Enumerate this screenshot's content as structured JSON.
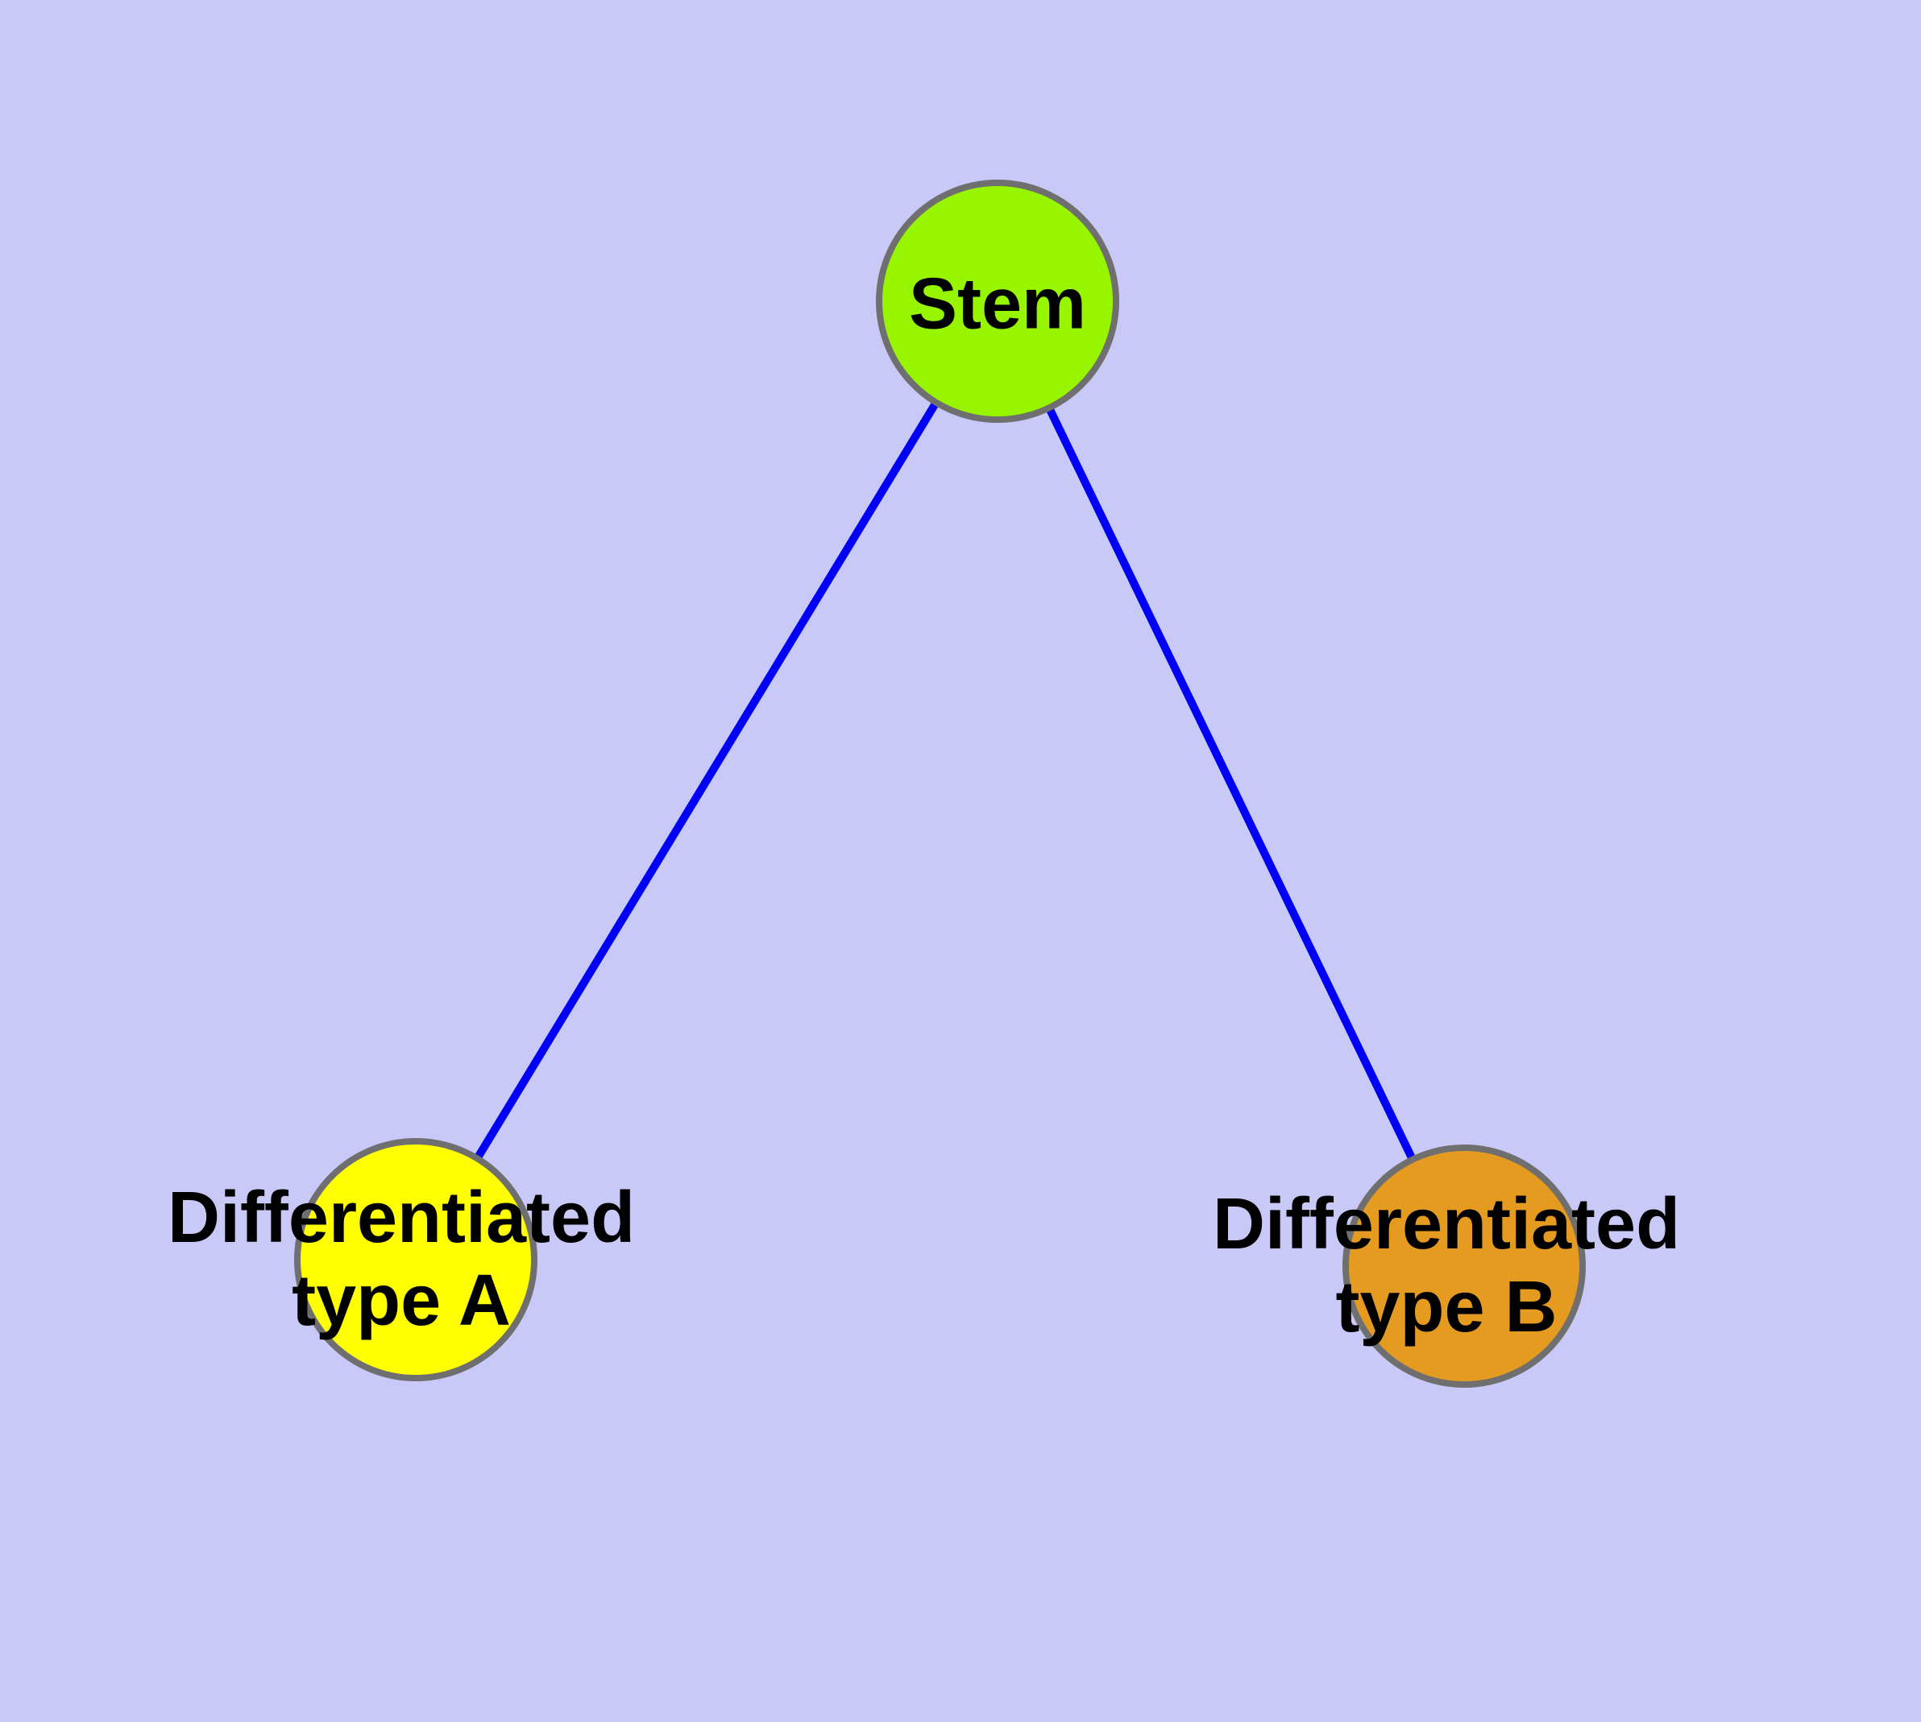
{
  "diagram": {
    "type": "node-link-graph",
    "colors": {
      "background": "#C9C9F7",
      "edge": "#0000F8",
      "node_border": "#6F6F6F",
      "label_text": "#000000"
    },
    "nodes": {
      "stem": {
        "label": "Stem",
        "fill": "#97F500"
      },
      "type_a": {
        "label_line1": "Differentiated",
        "label_line2": "type A",
        "fill": "#FFFF00"
      },
      "type_b": {
        "label_line1": "Differentiated",
        "label_line2": "type B",
        "fill": "#E49B20"
      }
    },
    "edges": [
      {
        "from": "Stem",
        "to": "Differentiated type A"
      },
      {
        "from": "Stem",
        "to": "Differentiated type B"
      }
    ]
  }
}
